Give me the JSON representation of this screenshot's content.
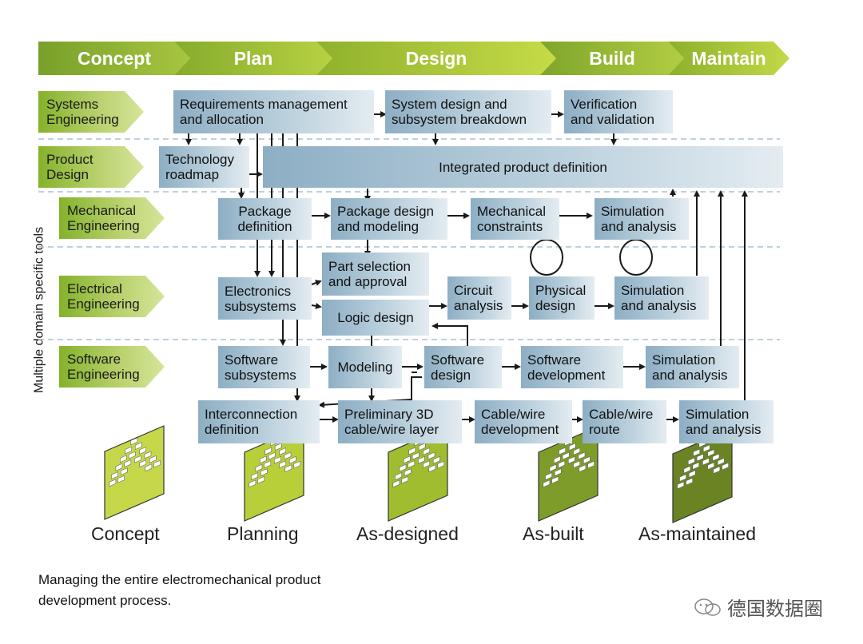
{
  "phases": [
    "Concept",
    "Plan",
    "Design",
    "Build",
    "Maintain"
  ],
  "rows": {
    "systems": "Systems\nEngineering",
    "product": "Product\nDesign",
    "mechanical": "Mechanical\nEngineering",
    "electrical": "Electrical\nEngineering",
    "software": "Software\nEngineering"
  },
  "vertical_label": "Multiple domain specific tools",
  "boxes": {
    "req_mgmt": "Requirements management\nand allocation",
    "system_design": "System design and\nsubsystem breakdown",
    "verification": "Verification\nand validation",
    "tech_roadmap": "Technology\nroadmap",
    "integrated": "Integrated product definition",
    "package_def": "Package\ndefinition",
    "package_design": "Package design\nand modeling",
    "mech_constraints": "Mechanical\nconstraints",
    "sim_mech": "Simulation\nand analysis",
    "part_selection": "Part selection\nand approval",
    "electronics": "Electronics\nsubsystems",
    "logic_design": "Logic design",
    "circuit": "Circuit\nanalysis",
    "physical": "Physical\ndesign",
    "sim_elec": "Simulation\nand analysis",
    "sw_subsystems": "Software\nsubsystems",
    "modeling": "Modeling",
    "sw_design": "Software\ndesign",
    "sw_dev": "Software\ndevelopment",
    "sim_sw": "Simulation\nand analysis",
    "interconnection": "Interconnection\ndefinition",
    "prelim_3d": "Preliminary 3D\ncable/wire layer",
    "cable_dev": "Cable/wire\ndevelopment",
    "cable_route": "Cable/wire\nroute",
    "sim_cable": "Simulation\nand analysis"
  },
  "stages": [
    "Concept",
    "Planning",
    "As-designed",
    "As-built",
    "As-maintained"
  ],
  "caption": "Managing the entire electromechanical product\ndevelopment process.",
  "brand": "德国数据圈",
  "colors": {
    "chevron_dark": "#7da22a",
    "chevron_light": "#c9dc47",
    "box_dark": "#8daec4",
    "box_light": "#e4ecf1",
    "dashed": "#a9c2d3"
  }
}
